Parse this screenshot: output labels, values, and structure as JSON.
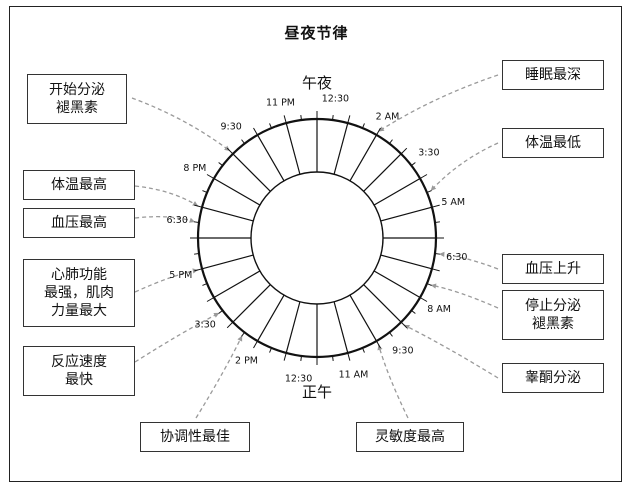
{
  "title": "昼夜节律",
  "dial": {
    "top_label": "午夜",
    "bottom_label": "正午",
    "hour_labels": [
      {
        "text": "12:30",
        "hour": 0.5
      },
      {
        "text": "2 AM",
        "hour": 2
      },
      {
        "text": "3:30",
        "hour": 3.5
      },
      {
        "text": "5 AM",
        "hour": 5
      },
      {
        "text": "6:30",
        "hour": 6.5
      },
      {
        "text": "8 AM",
        "hour": 8
      },
      {
        "text": "9:30",
        "hour": 9.5
      },
      {
        "text": "11 AM",
        "hour": 11
      },
      {
        "text": "12:30",
        "hour": 12.5
      },
      {
        "text": "2 PM",
        "hour": 14
      },
      {
        "text": "3:30",
        "hour": 15.5
      },
      {
        "text": "5 PM",
        "hour": 17
      },
      {
        "text": "6:30",
        "hour": 18.5
      },
      {
        "text": "8 PM",
        "hour": 20
      },
      {
        "text": "9:30",
        "hour": 21.5
      },
      {
        "text": "11 PM",
        "hour": 23
      }
    ]
  },
  "events": [
    {
      "id": "melatonin-start",
      "text": "开始分泌\n褪黑素",
      "hour": 21
    },
    {
      "id": "temp-high",
      "text": "体温最高",
      "hour": 19
    },
    {
      "id": "bp-high",
      "text": "血压最高",
      "hour": 18.5
    },
    {
      "id": "cardio-strength",
      "text": "心肺功能\n最强，肌肉\n力量最大",
      "hour": 17
    },
    {
      "id": "fastest-reaction",
      "text": "反应速度\n最快",
      "hour": 15.5
    },
    {
      "id": "best-coordination",
      "text": "协调性最佳",
      "hour": 14.5
    },
    {
      "id": "deepest-sleep",
      "text": "睡眠最深",
      "hour": 2
    },
    {
      "id": "temp-low",
      "text": "体温最低",
      "hour": 4.5
    },
    {
      "id": "bp-rise",
      "text": "血压上升",
      "hour": 6.5
    },
    {
      "id": "melatonin-stop",
      "text": "停止分泌\n褪黑素",
      "hour": 7.5
    },
    {
      "id": "testosterone",
      "text": "睾酮分泌",
      "hour": 9
    },
    {
      "id": "max-alertness",
      "text": "灵敏度最高",
      "hour": 10
    }
  ]
}
